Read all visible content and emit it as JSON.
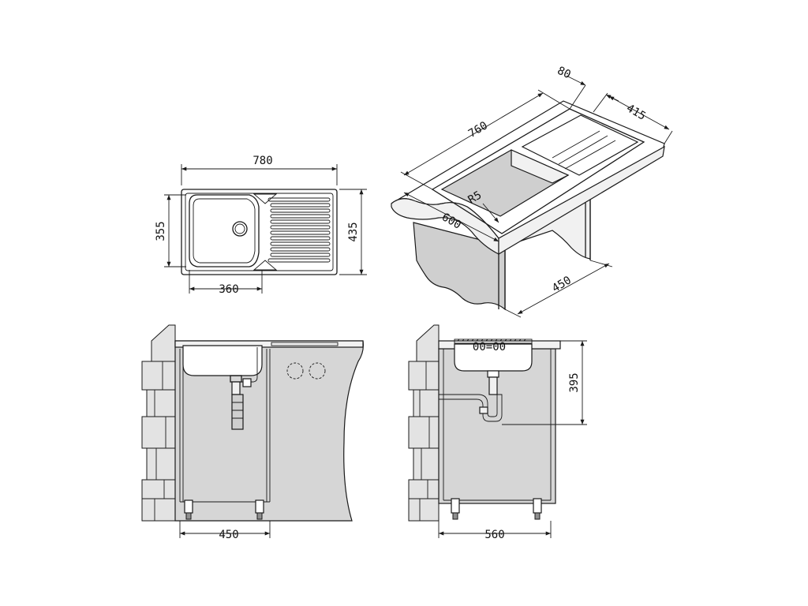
{
  "dimensions": {
    "top_width": "780",
    "top_height": "435",
    "bowl_depth": "355",
    "bowl_width": "360",
    "iso_length": "760",
    "iso_lip": "80",
    "iso_depth": "415",
    "iso_radius": "R5",
    "iso_cabinet_width": "600",
    "iso_cabinet_depth": "450",
    "front_cabinet_width": "450",
    "side_cabinet_depth": "560",
    "side_drain_height": "395"
  }
}
